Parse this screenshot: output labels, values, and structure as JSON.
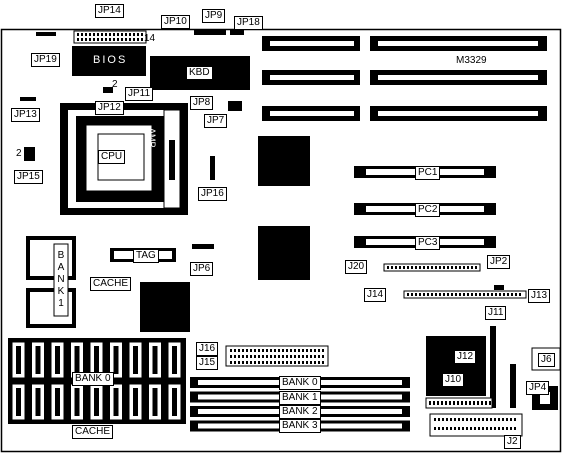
{
  "board": {
    "model": "M3329",
    "labels": {
      "jp14": "JP14",
      "jp14_pin": "14",
      "jp10": "JP10",
      "jp9": "JP9",
      "jp18": "JP18",
      "jp19": "JP19",
      "bios": "BIOS",
      "kbd": "KBD",
      "jp11": "JP11",
      "jp11_pin": "2",
      "jp12": "JP12",
      "jp13": "JP13",
      "jp8": "JP8",
      "jp7": "JP7",
      "amp": "AMP",
      "cpu": "CPU",
      "jp15": "JP15",
      "jp15_pin": "2",
      "jp16": "JP16",
      "pc1": "PC1",
      "pc2": "PC2",
      "pc3": "PC3",
      "tag": "TAG",
      "jp6": "JP6",
      "bank1_vertical": "BANK1",
      "cache_mid": "CACHE",
      "j20": "J20",
      "jp2": "JP2",
      "j14": "J14",
      "j13": "J13",
      "j11": "J11",
      "j16": "J16",
      "j15": "J15",
      "j12": "J12",
      "j6": "J6",
      "j10": "J10",
      "jp4": "JP4",
      "j2": "J2",
      "bank0_left": "BANK 0",
      "cache_bottom": "CACHE",
      "simm_banks": [
        "BANK 0",
        "BANK 1",
        "BANK 2",
        "BANK 3"
      ]
    }
  }
}
